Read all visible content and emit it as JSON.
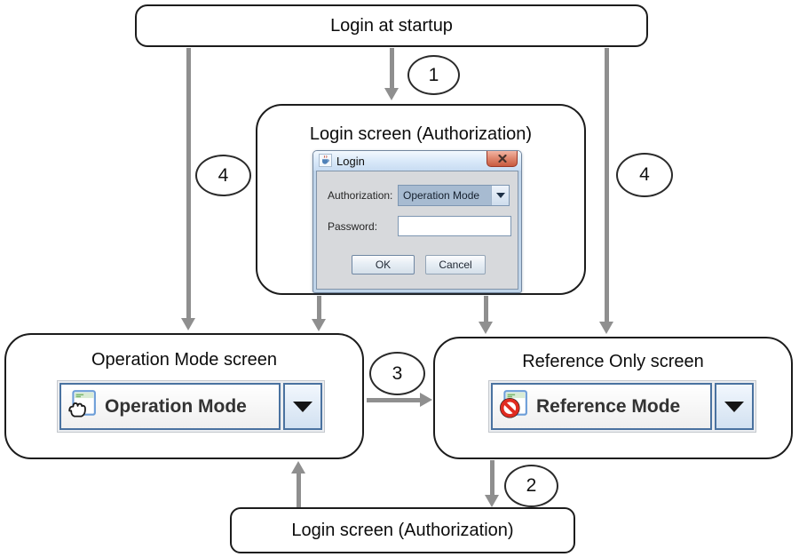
{
  "diagram": {
    "nodes": {
      "startup": "Login at startup",
      "login_mid": "Login screen (Authorization)",
      "operation": "Operation Mode screen",
      "reference": "Reference Only screen",
      "login_bottom": "Login screen (Authorization)"
    },
    "steps": {
      "s1": "1",
      "s2": "2",
      "s3": "3",
      "s4_left": "4",
      "s4_right": "4"
    }
  },
  "login_dialog": {
    "title": "Login",
    "authorization_label": "Authorization:",
    "authorization_value": "Operation Mode",
    "password_label": "Password:",
    "password_value": "",
    "ok": "OK",
    "cancel": "Cancel"
  },
  "mode_buttons": {
    "operation": "Operation Mode",
    "reference": "Reference Mode"
  },
  "icons": {
    "dialog_app": "java-cup-icon",
    "dialog_close": "close-icon",
    "combo_arrow": "dropdown-arrow-icon",
    "operation_widget": "hand-window-icon",
    "reference_widget": "prohibition-window-icon"
  },
  "colors": {
    "arrow": "#8f8f8f",
    "box_border": "#1c1c1c",
    "widget_border": "#4a72a0",
    "combo_bg": "#a7bbd1",
    "close_button_red": "#c85a40",
    "titlebar_blue": "#dcebfa"
  }
}
